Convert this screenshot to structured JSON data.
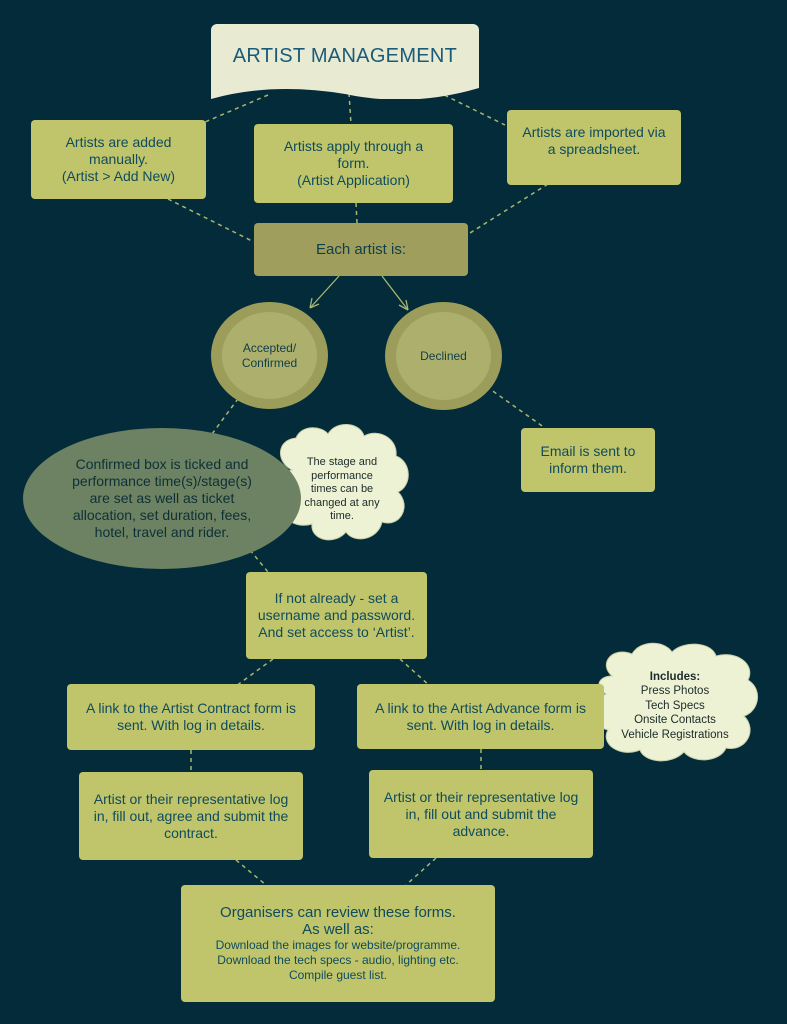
{
  "title": "ARTIST MANAGEMENT",
  "entry": {
    "manual": [
      "Artists are added",
      "manually.",
      "(Artist > Add New)"
    ],
    "form": [
      "Artists apply through a",
      "form.",
      "(Artist Application)"
    ],
    "import": [
      "Artists are imported via",
      "a spreadsheet."
    ]
  },
  "each_artist": "Each artist is:",
  "accepted": [
    "Accepted/",
    "Confirmed"
  ],
  "declined": "Declined",
  "email": [
    "Email is sent to",
    "inform them."
  ],
  "confirmed_box": [
    "Confirmed box is ticked and",
    "performance time(s)/stage(s)",
    "are set as well as ticket",
    "allocation, set duration, fees,",
    "hotel, travel and rider."
  ],
  "stage_note": [
    "The stage and",
    "performance",
    "times can be",
    "changed at any",
    "time."
  ],
  "username": [
    "If not already - set a",
    "username and password.",
    "And set access to ‘Artist’."
  ],
  "contract_link": [
    "A link to the Artist Contract form is",
    "sent. With log in details."
  ],
  "advance_link": [
    "A link to the Artist Advance form is",
    "sent. With log in details."
  ],
  "includes": {
    "heading": "Includes:",
    "items": [
      "Press Photos",
      "Tech Specs",
      "Onsite Contacts",
      "Vehicle Registrations"
    ]
  },
  "contract_submit": [
    "Artist or their representative log",
    "in, fill out, agree and submit the",
    "contract."
  ],
  "advance_submit": [
    "Artist or their representative log",
    "in, fill out and submit the",
    "advance."
  ],
  "organisers": {
    "lines": [
      "Organisers can review these forms.",
      "As well as:"
    ],
    "details": [
      "Download the images for website/programme.",
      "Download the tech specs - audio, lighting etc.",
      "Compile guest list."
    ]
  },
  "colors": {
    "background": "#032b3a",
    "box": "#c0c56c",
    "dark_box": "#9f9e5d",
    "ellipse": "#6d8262",
    "cloud": "#eef2d4",
    "text": "#0f4b5c"
  }
}
